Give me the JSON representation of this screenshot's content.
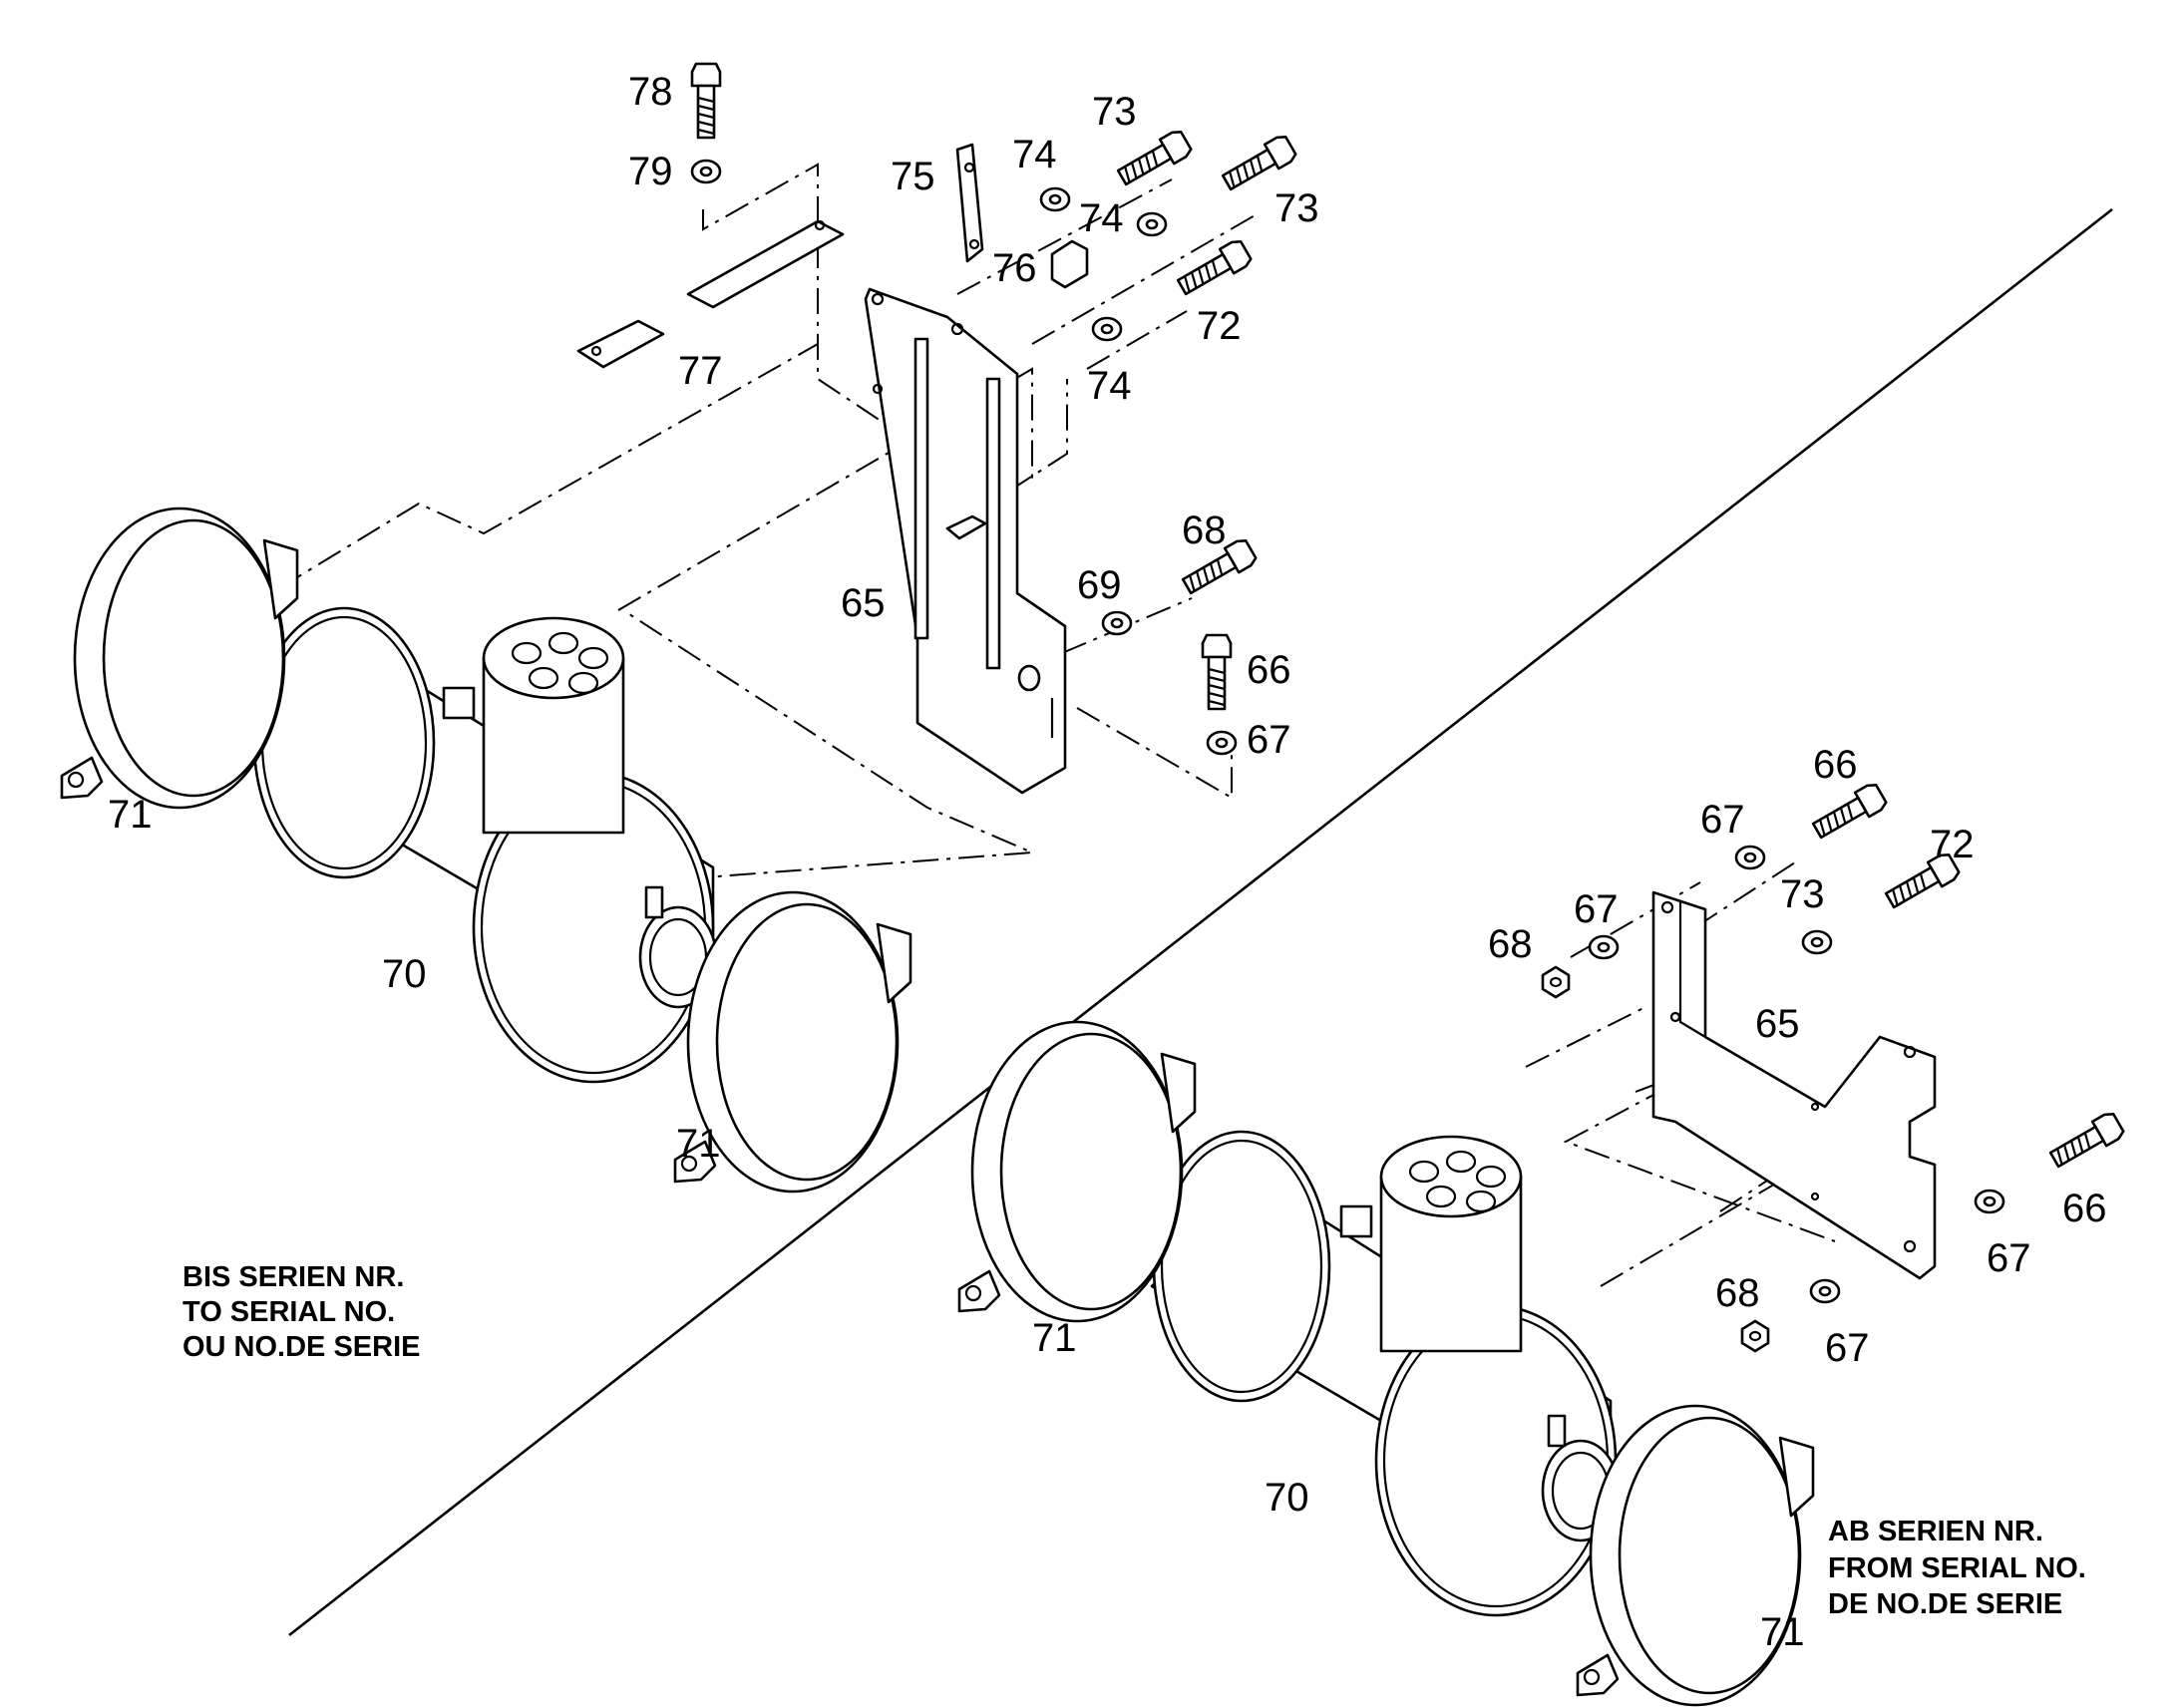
{
  "diagram": {
    "note_left": [
      "BIS SERIEN NR.",
      "TO SERIAL NO.",
      "OU NO.DE SERIE"
    ],
    "note_right": [
      "AB SERIEN NR.",
      "FROM SERIAL NO.",
      "DE NO.DE SERIE"
    ],
    "left_labels": {
      "p78": "78",
      "p79": "79",
      "p75": "75",
      "p74a": "74",
      "p73a": "73",
      "p73b": "73",
      "p74b": "74",
      "p76": "76",
      "p72": "72",
      "p74c": "74",
      "p77": "77",
      "p68": "68",
      "p69": "69",
      "p65": "65",
      "p66": "66",
      "p67": "67",
      "p71a": "71",
      "p70": "70",
      "p71b": "71"
    },
    "right_labels": {
      "p66a": "66",
      "p67a": "67",
      "p72": "72",
      "p67b": "67",
      "p73": "73",
      "p68a": "68",
      "p65": "65",
      "p66b": "66",
      "p67c": "67",
      "p68b": "68",
      "p67d": "67",
      "p71a": "71",
      "p70": "70",
      "p71b": "71"
    }
  }
}
